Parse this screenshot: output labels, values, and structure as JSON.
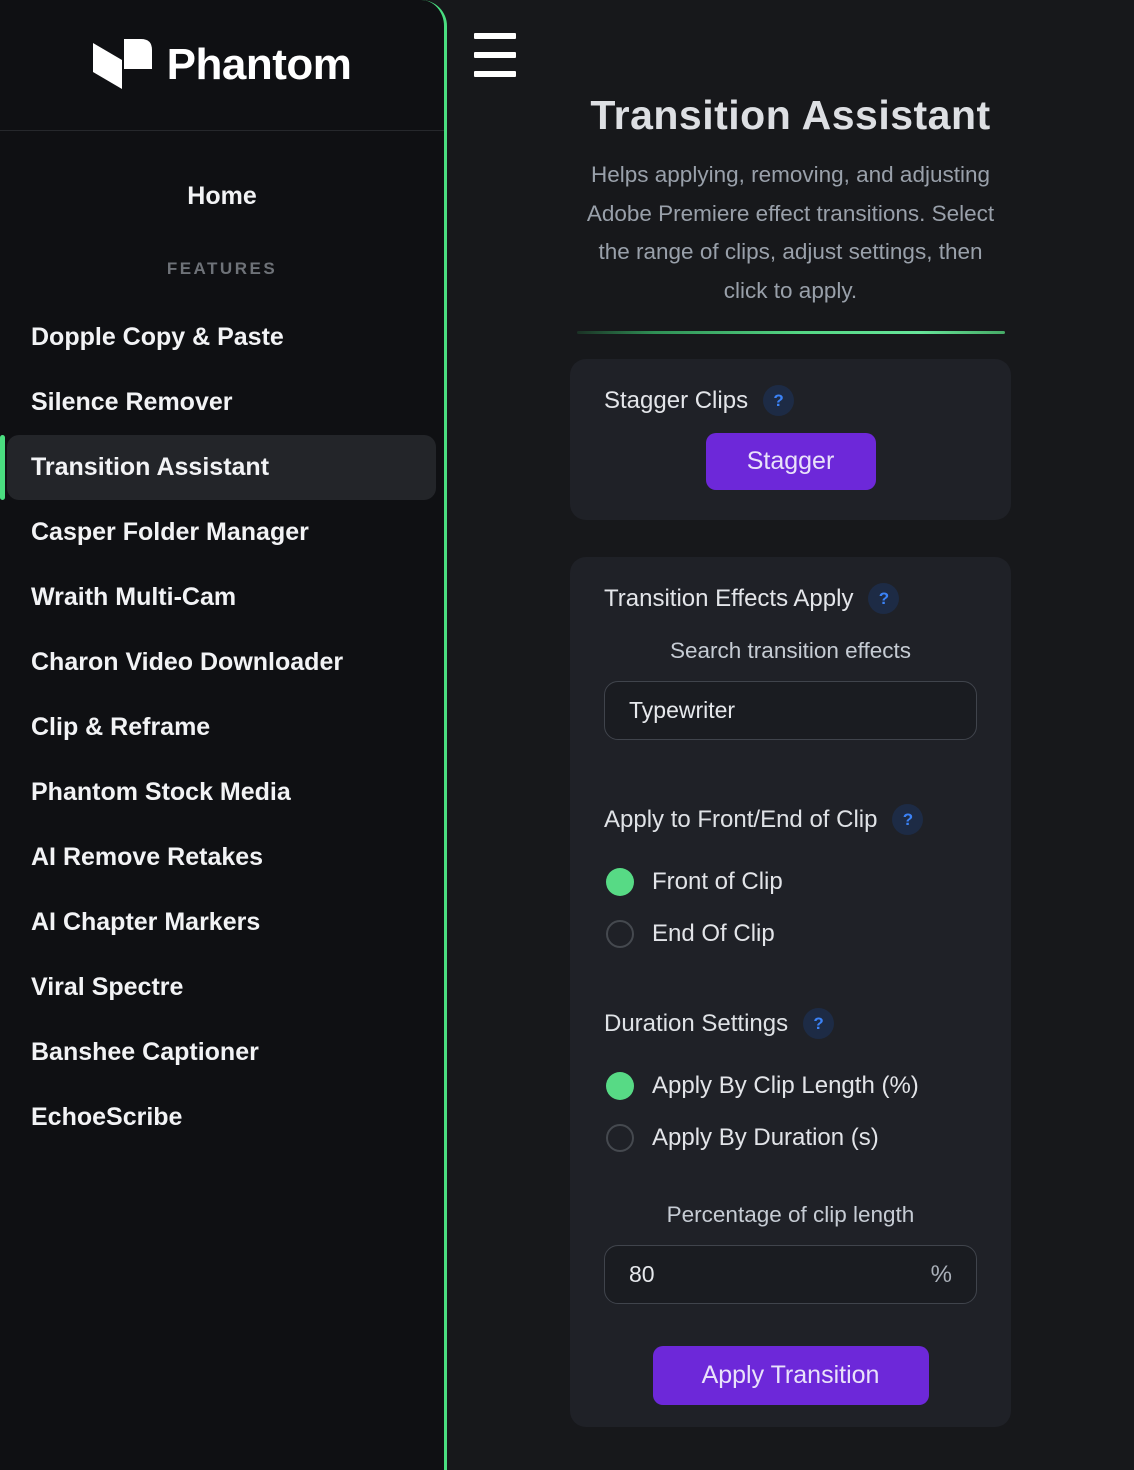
{
  "colors": {
    "accent_green": "#4ade80",
    "accent_purple": "#6d28d9",
    "help_blue": "#3b82f6"
  },
  "sidebar": {
    "logo_text": "Phantom",
    "home_label": "Home",
    "section_label": "FEATURES",
    "items": [
      {
        "label": "Dopple Copy & Paste",
        "active": false
      },
      {
        "label": "Silence Remover",
        "active": false
      },
      {
        "label": "Transition Assistant",
        "active": true
      },
      {
        "label": "Casper Folder Manager",
        "active": false
      },
      {
        "label": "Wraith Multi-Cam",
        "active": false
      },
      {
        "label": "Charon Video Downloader",
        "active": false
      },
      {
        "label": "Clip & Reframe",
        "active": false
      },
      {
        "label": "Phantom Stock Media",
        "active": false
      },
      {
        "label": "AI Remove Retakes",
        "active": false
      },
      {
        "label": "AI Chapter Markers",
        "active": false
      },
      {
        "label": "Viral Spectre",
        "active": false
      },
      {
        "label": "Banshee Captioner",
        "active": false
      },
      {
        "label": "EchoeScribe",
        "active": false
      }
    ]
  },
  "header": {
    "title": "Transition Assistant",
    "description": "Helps applying, removing, and adjusting Adobe Premiere effect transitions. Select the range of clips, adjust settings, then click to apply."
  },
  "stagger_card": {
    "title": "Stagger Clips",
    "help_icon": "?",
    "button_label": "Stagger"
  },
  "settings_card": {
    "title": "Transition Effects Apply",
    "help_icon": "?",
    "search_label": "Search transition effects",
    "search_value": "Typewriter",
    "apply_position": {
      "label": "Apply to Front/End of Clip",
      "help_icon": "?",
      "options": [
        {
          "label": "Front of Clip",
          "selected": true
        },
        {
          "label": "End Of Clip",
          "selected": false
        }
      ]
    },
    "duration_settings": {
      "label": "Duration Settings",
      "help_icon": "?",
      "options": [
        {
          "label": "Apply By Clip Length (%)",
          "selected": true
        },
        {
          "label": "Apply By Duration (s)",
          "selected": false
        }
      ]
    },
    "percentage": {
      "label": "Percentage of clip length",
      "value": "80",
      "suffix": "%"
    },
    "apply_button_label": "Apply Transition"
  }
}
